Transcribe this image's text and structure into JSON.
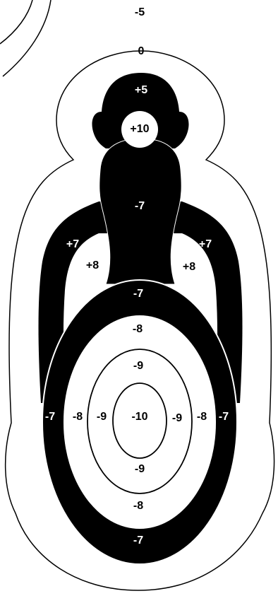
{
  "colors": {
    "ink": "#000000",
    "paper": "#ffffff"
  },
  "target": {
    "outer_score": "-5",
    "silhouette_ring": "0",
    "head_ring": "+5",
    "head_center": "+10",
    "neck": "-7",
    "shoulder_left_outer": "+7",
    "shoulder_right_outer": "+7",
    "shoulder_left_inner": "+8",
    "shoulder_right_inner": "+8",
    "body_top": "-7",
    "ring8_top": "-8",
    "ring9_top": "-9",
    "bullseye": "-10",
    "ring9_bottom": "-9",
    "ring8_bottom": "-8",
    "body_bottom": "-7",
    "left_7": "-7",
    "left_8": "-8",
    "left_9": "-9",
    "right_9": "-9",
    "right_8": "-8",
    "right_7": "-7"
  }
}
